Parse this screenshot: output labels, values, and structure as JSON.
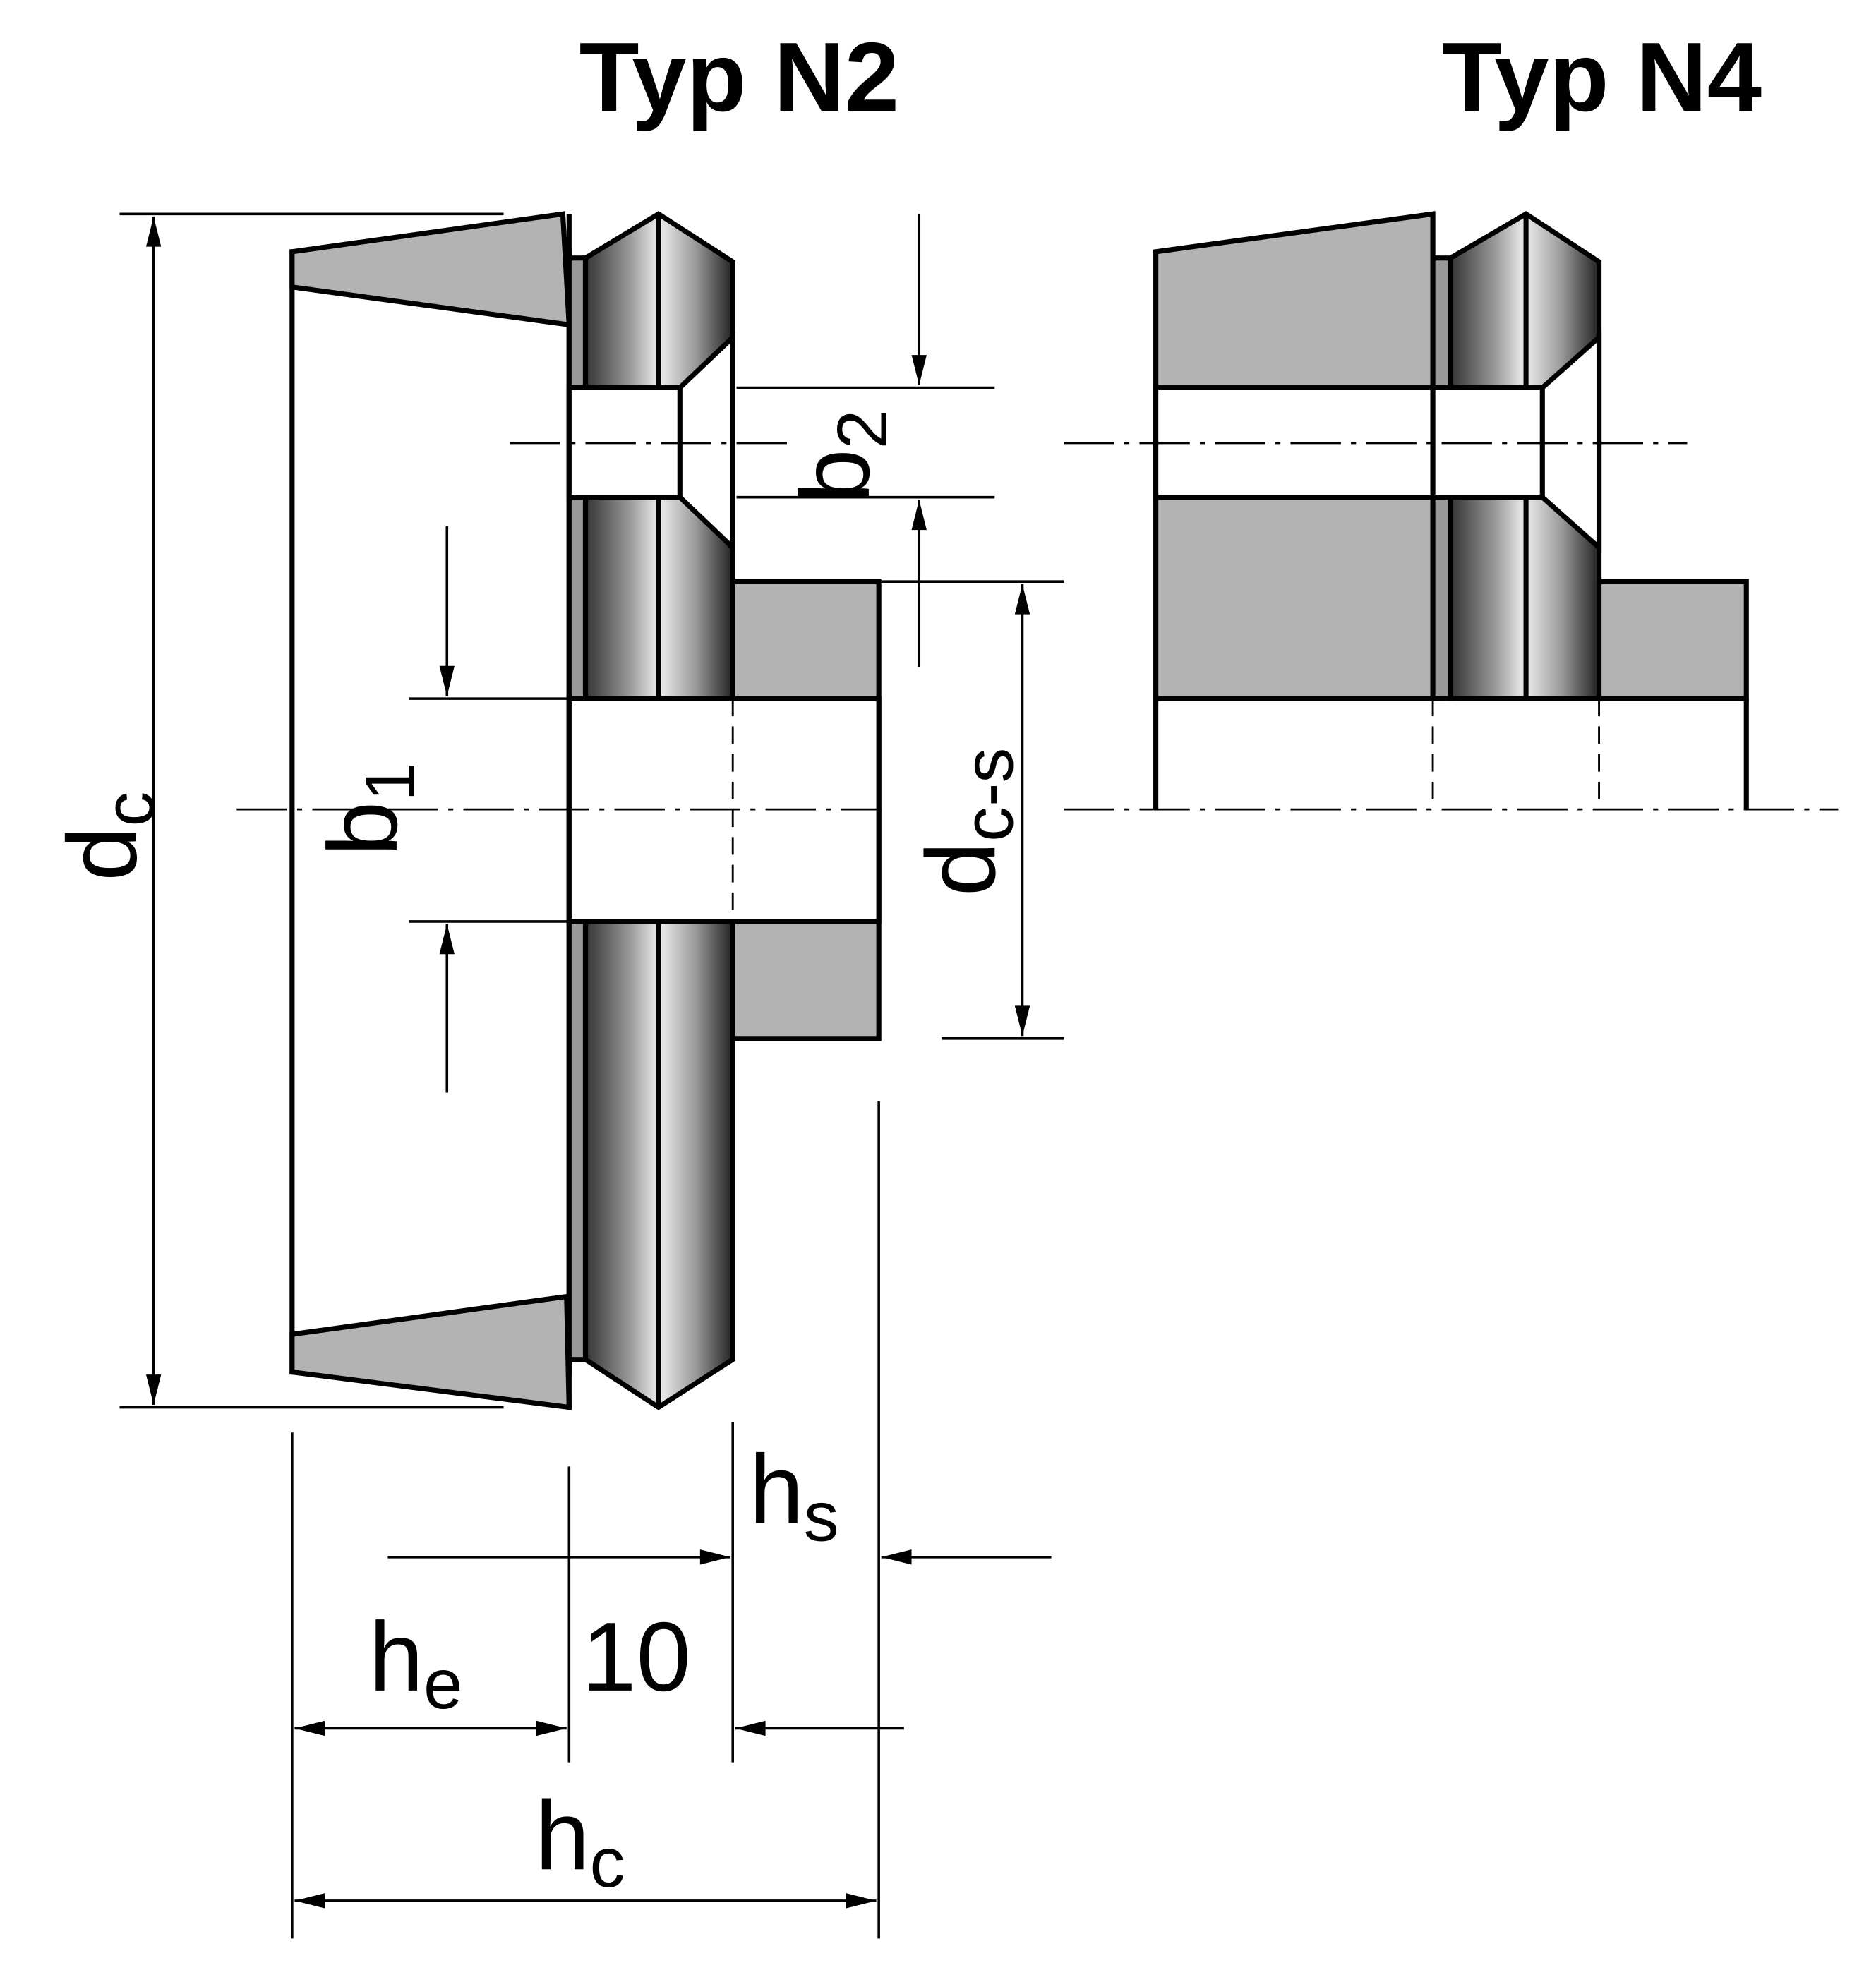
{
  "titles": {
    "n2": "Typ N2",
    "n4": "Typ N4"
  },
  "labels": {
    "dc": {
      "main": "d",
      "sub": "c"
    },
    "b1": {
      "main": "b",
      "sub": "1"
    },
    "b2": {
      "main": "b",
      "sub": "2"
    },
    "dcs": {
      "main": "d",
      "sub": "c-s"
    },
    "hs": {
      "main": "h",
      "sub": "s"
    },
    "he": {
      "main": "h",
      "sub": "e"
    },
    "hc": {
      "main": "h",
      "sub": "c"
    },
    "ten": "10"
  },
  "colors": {
    "fill": "#b3b3b3",
    "line": "#000000"
  }
}
